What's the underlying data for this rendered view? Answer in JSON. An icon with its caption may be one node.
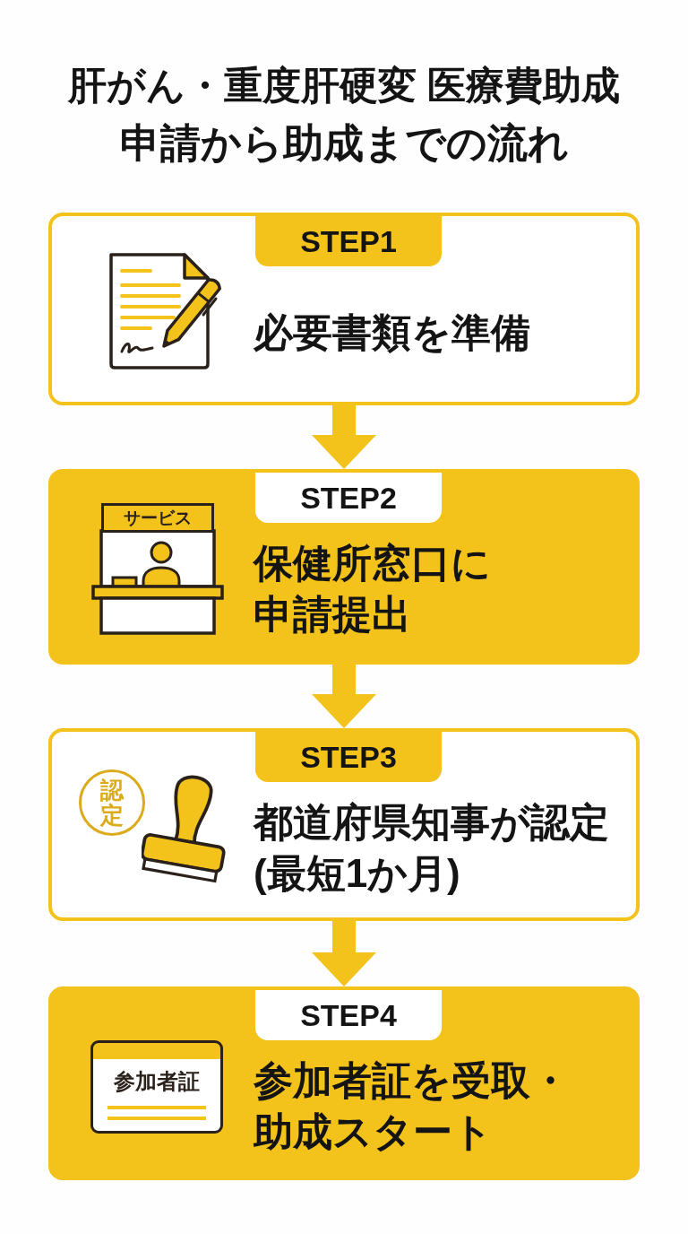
{
  "diagram": {
    "title": "肝がん・重度肝硬変 医療費助成",
    "nodes": [
      {
        "text": [
          "STEP1",
          "必要書類を準備"
        ]
      },
      {
        "text": [
          "STEP2",
          "保健所窓口に申請提出"
        ]
      },
      {
        "text": [
          "サービス"
        ],
        "in": 1
      },
      {
        "text": [
          "STEP3",
          "都道府県知事が認定(最短1か月)"
        ]
      },
      {
        "text": [
          "認定"
        ],
        "in": 3
      },
      {
        "text": [
          "STEP4",
          "参加者証を受取・助成スタート"
        ]
      },
      {
        "text": [
          "参加者証"
        ],
        "in": 5
      }
    ],
    "edges": [
      {
        "from": 0,
        "to": 1,
        "arrow": "to"
      },
      {
        "from": 1,
        "to": 3,
        "arrow": "to"
      },
      {
        "from": 3,
        "to": 5,
        "arrow": "to"
      }
    ],
    "labels": [
      "申請から助成までの流れ"
    ]
  }
}
